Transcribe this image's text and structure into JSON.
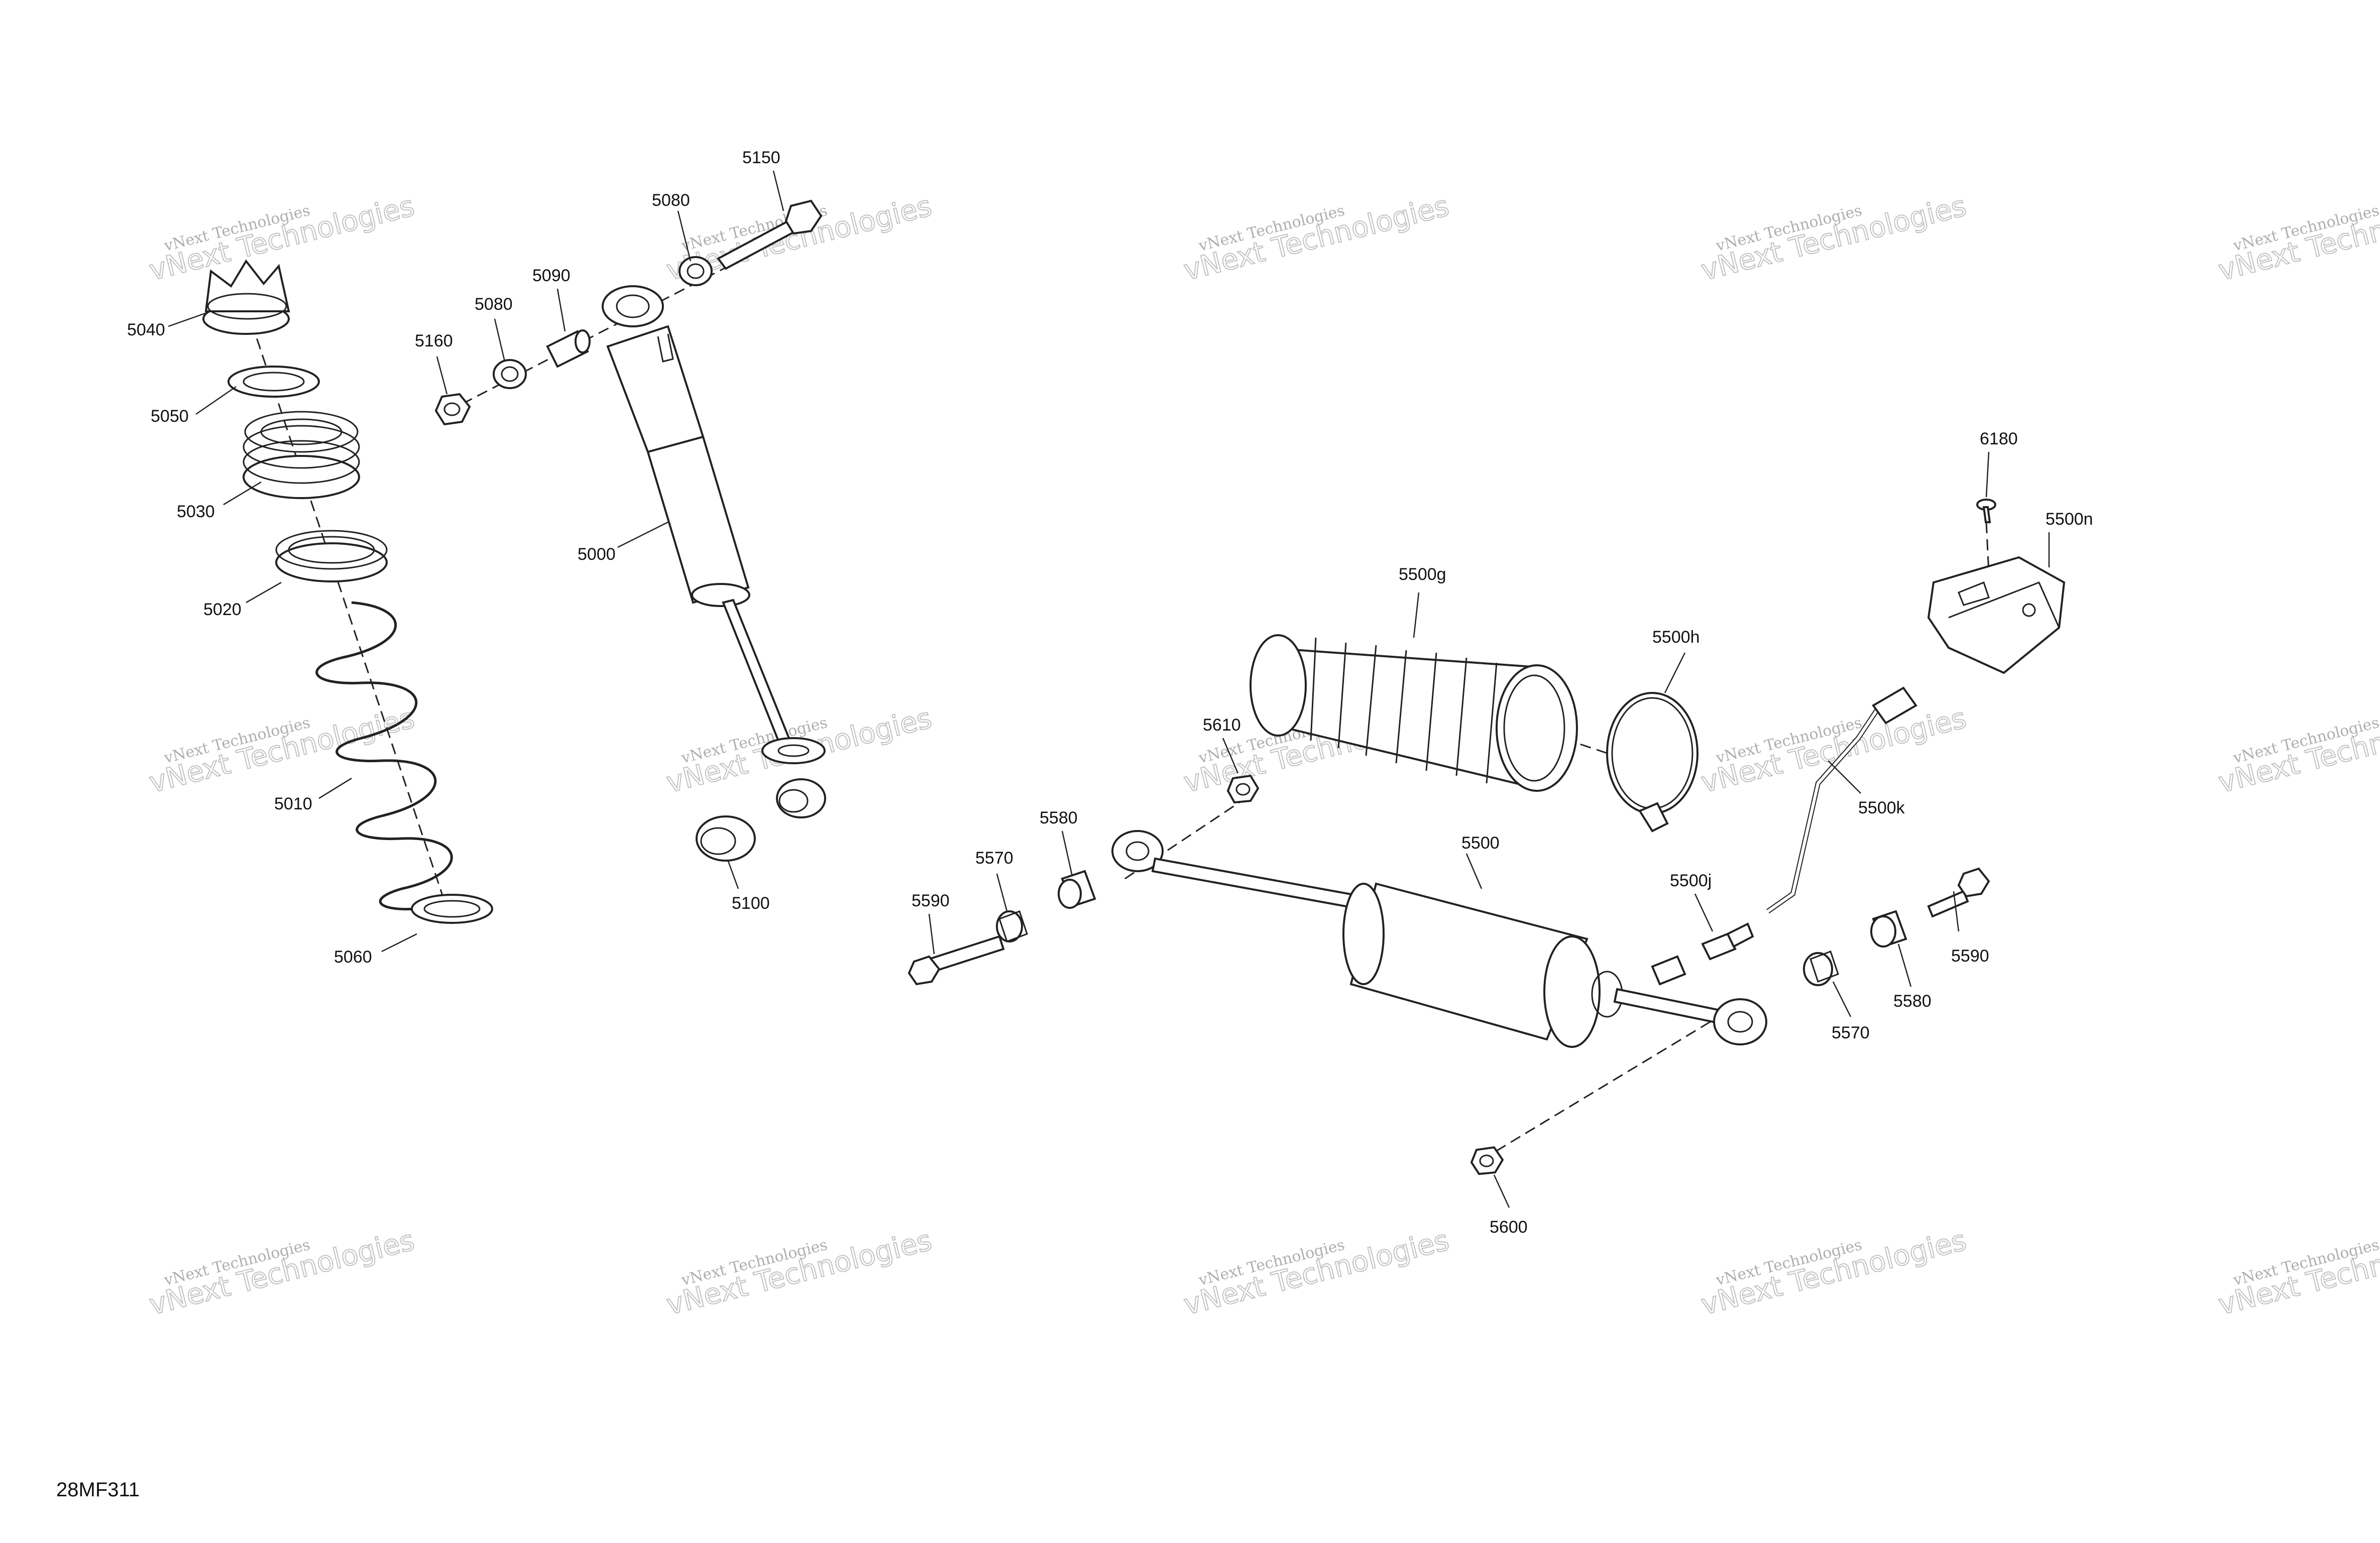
{
  "figure_id": "28MF311",
  "watermark": {
    "line1": "vNext Technologies",
    "line2": "vNext Technologies"
  },
  "callouts": {
    "c5150": "5150",
    "c5080a": "5080",
    "c5090": "5090",
    "c5080b": "5080",
    "c5160": "5160",
    "c5040": "5040",
    "c5050": "5050",
    "c5030": "5030",
    "c5020": "5020",
    "c5000": "5000",
    "c5010": "5010",
    "c5060": "5060",
    "c5100": "5100",
    "c6180": "6180",
    "c5500n": "5500n",
    "c5500g": "5500g",
    "c5500h": "5500h",
    "c5610": "5610",
    "c5500k": "5500k",
    "c5580a": "5580",
    "c5500": "5500",
    "c5500j": "5500j",
    "c5570a": "5570",
    "c5590a": "5590",
    "c5590b": "5590",
    "c5580b": "5580",
    "c5570b": "5570",
    "c5600": "5600"
  }
}
